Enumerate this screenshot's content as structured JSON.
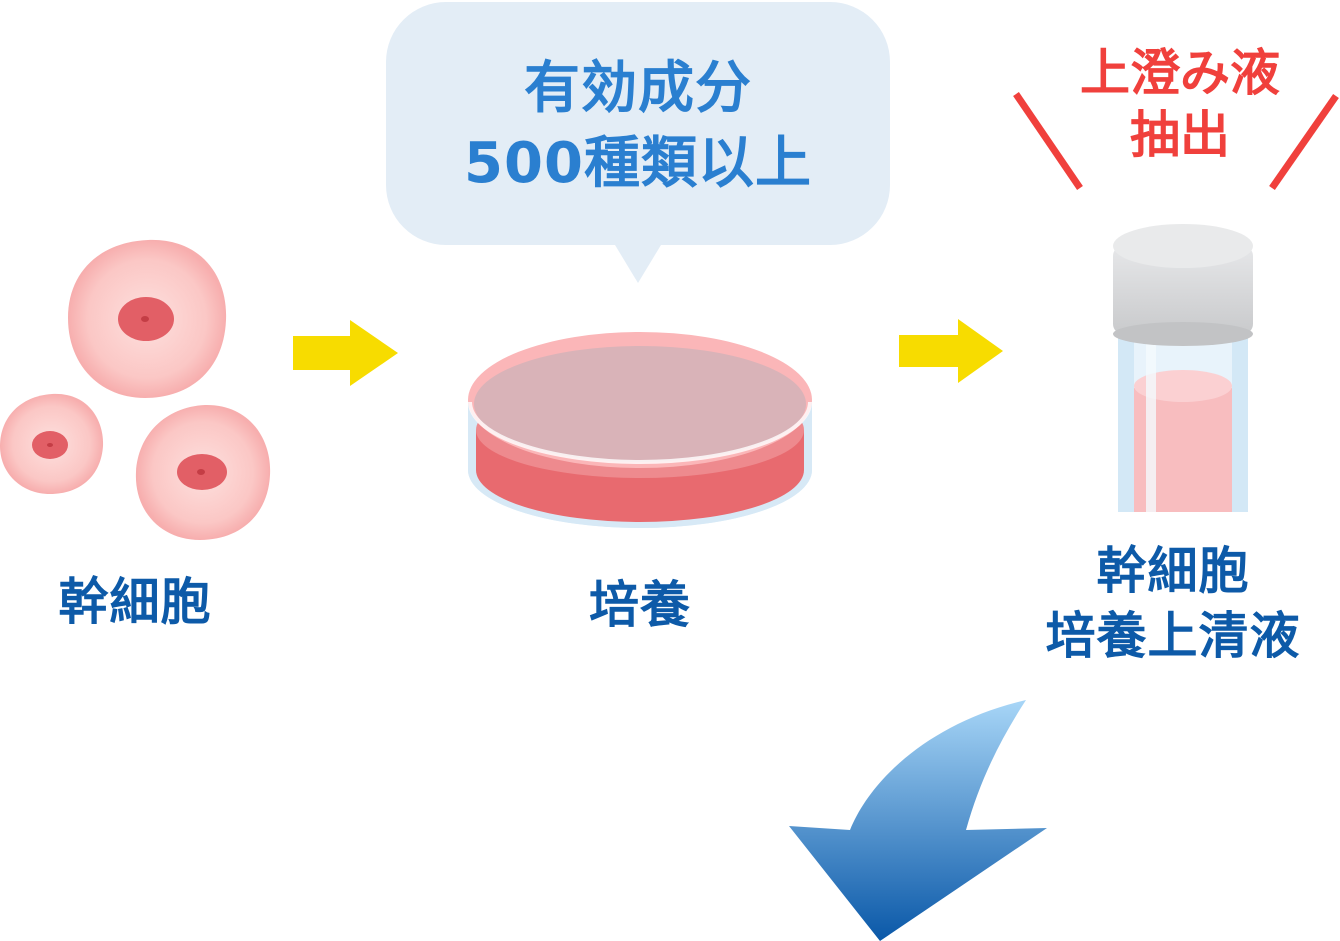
{
  "steps": [
    {
      "label": "幹細胞"
    },
    {
      "label": "培養"
    },
    {
      "label_line1": "幹細胞",
      "label_line2": "培養上清液"
    }
  ],
  "callout": {
    "line1": "有効成分",
    "line2": "500種類以上"
  },
  "highlight": {
    "line1": "上澄み液",
    "line2": "抽出"
  },
  "colors": {
    "label": "#0d5aa8",
    "callout_text": "#2a7fd0",
    "callout_bg": "#e3edf6",
    "highlight": "#f0403c",
    "arrow_yellow": "#f7dc00",
    "cell": "#f9b3b3",
    "nucleus": "#e25f66",
    "dish_liquid": "#e86a6f",
    "curved_arrow_top": "#a8d6f7",
    "curved_arrow_bottom": "#0a58a8"
  },
  "icons": [
    "stem-cell-icon",
    "arrow-right-icon",
    "petri-dish-icon",
    "vial-icon",
    "curved-down-arrow-icon"
  ]
}
